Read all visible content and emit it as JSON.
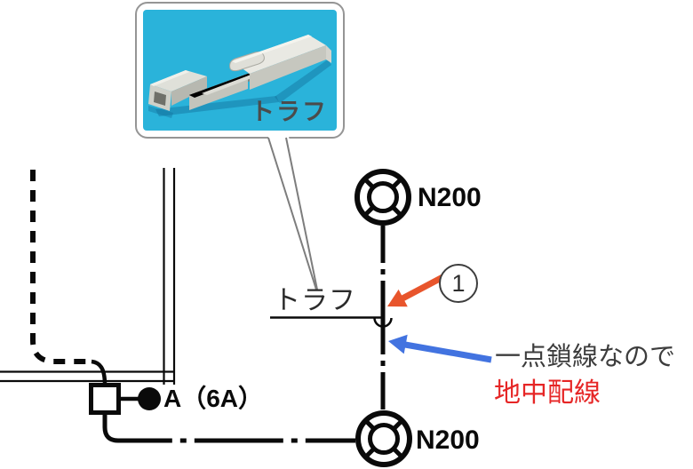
{
  "inset": {
    "photo_label": "トラフ"
  },
  "diagram": {
    "manhole_top": "N200",
    "manhole_bottom": "N200",
    "trough_label": "トラフ",
    "annotation_number": "1",
    "outlet_label": "A（6A）",
    "note_reason": "一点鎖線なので",
    "note_conclusion": "地中配線"
  },
  "colors": {
    "line_black": "#0a0a0a",
    "pointer_orange": "#e8552c",
    "pointer_blue": "#4273e0",
    "conclusion_red": "#e62626",
    "note_gray": "#3d3d3d",
    "photo_background_cyan": "#2ab3da",
    "callout_border_gray": "#959595"
  }
}
